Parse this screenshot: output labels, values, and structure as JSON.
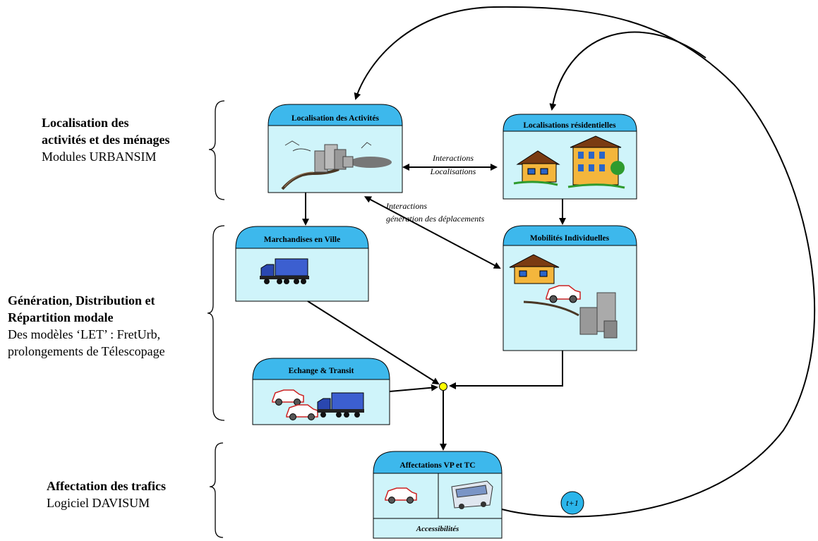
{
  "sections": [
    {
      "title_lines": [
        "Localisation des",
        "activités et des ménages"
      ],
      "sub_lines": [
        "Modules URBANSIM"
      ]
    },
    {
      "title_lines": [
        "Génération, Distribution et",
        "Répartition modale"
      ],
      "sub_lines": [
        "Des modèles ‘LET’ : FretUrb,",
        "prolongements de Télescopage"
      ]
    },
    {
      "title_lines": [
        "Affectation des trafics"
      ],
      "sub_lines": [
        "Logiciel DAVISUM"
      ]
    }
  ],
  "modules": {
    "activites": "Localisation des Activités",
    "residentielles": "Localisations résidentielles",
    "marchandises": "Marchandises en Ville",
    "mobilites": "Mobilités Individuelles",
    "echange": "Echange & Transit",
    "affectations": "Affectations VP et TC",
    "accessibilites": "Accessibilités"
  },
  "annotations": {
    "interactions_loc_1": "Interactions",
    "interactions_loc_2": "Localisations",
    "interactions_gen_1": "Interactions",
    "interactions_gen_2": "génération des déplacements",
    "loop": "t+1"
  },
  "colors": {
    "box_fill": "#cff4fa",
    "header_fill": "#3db8ec",
    "node": "#ffff00"
  },
  "icons": [
    "city-icon",
    "houses-icon",
    "truck-icon",
    "car-icon",
    "bus-icon"
  ]
}
